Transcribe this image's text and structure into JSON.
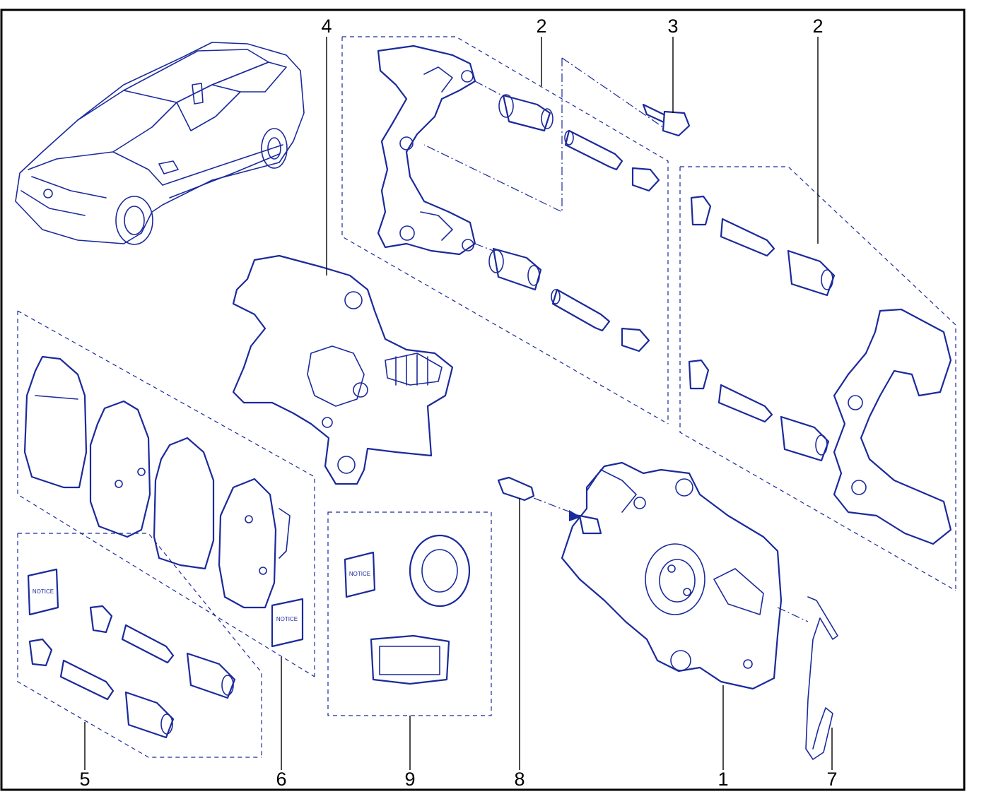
{
  "callouts": {
    "c1": "1",
    "c2a": "2",
    "c2b": "2",
    "c3": "3",
    "c4": "4",
    "c5": "5",
    "c6": "6",
    "c7": "7",
    "c8": "8",
    "c9": "9"
  },
  "notices": {
    "n_pads": "NOTICE",
    "n_pin_kit": "NOTICE",
    "n_seal_kit": "NOTICE"
  },
  "colors": {
    "line": "#1b2a9c",
    "frame": "#000000",
    "background": "#ffffff"
  }
}
